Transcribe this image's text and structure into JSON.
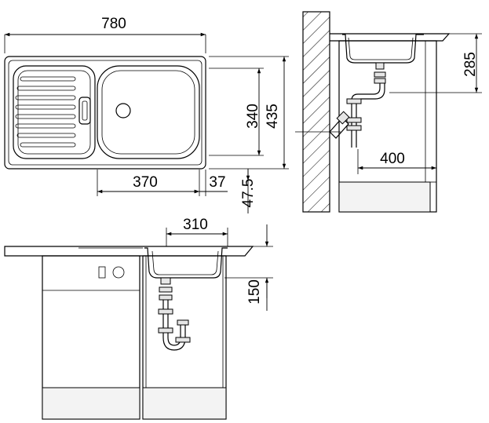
{
  "dimensions": {
    "width": "780",
    "height_inner": "340",
    "height_outer": "435",
    "bowl_width": "370",
    "edge_offset": "37",
    "drain_offset": "47.5",
    "depth": "285",
    "cabinet_depth": "400",
    "side_width": "310",
    "bowl_depth": "150"
  }
}
